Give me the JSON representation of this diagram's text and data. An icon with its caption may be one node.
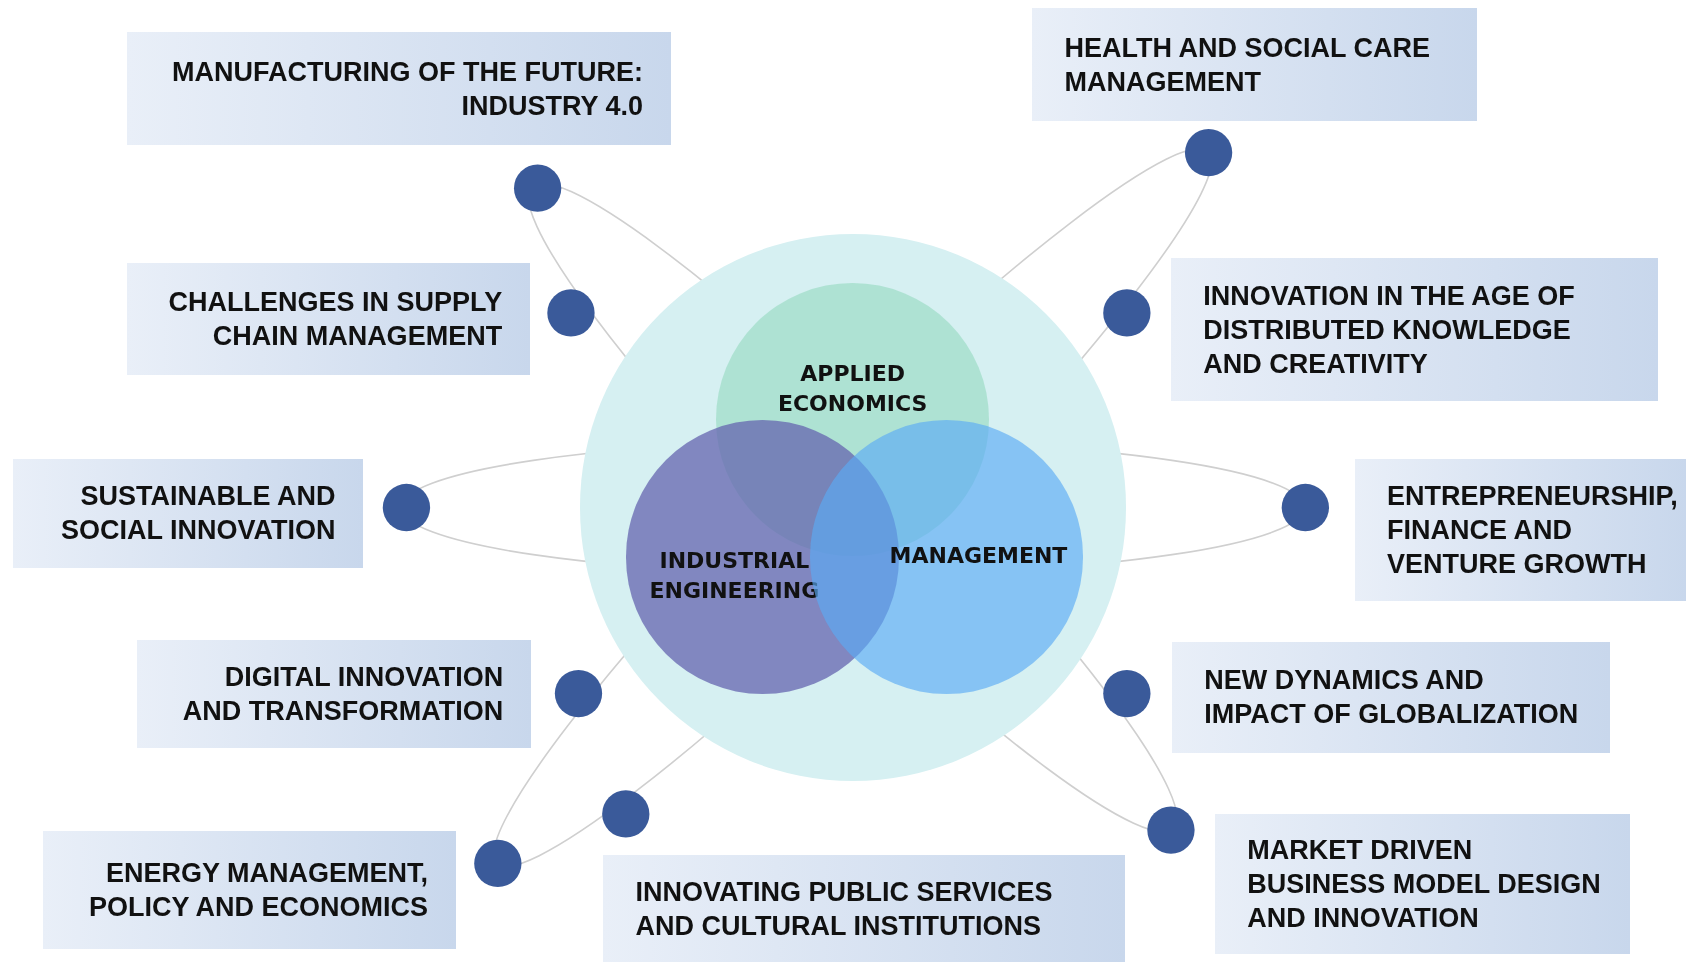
{
  "diagram": {
    "nodes": [
      {
        "text": [],
        "shape": "circle"
      },
      {
        "text": [
          "APPLIED ECONOMICS"
        ],
        "in": 0
      },
      {
        "text": [
          "INDUSTRIAL ENGINEERING"
        ],
        "in": 0
      },
      {
        "text": [
          "MANAGEMENT"
        ],
        "in": 0
      },
      {
        "text": [
          "MANUFACTURING OF THE FUTURE: INDUSTRY 4.0"
        ]
      },
      {
        "text": [
          "HEALTH AND SOCIAL CARE MANAGEMENT"
        ]
      },
      {
        "text": [
          "CHALLENGES IN SUPPLY CHAIN MANAGEMENT"
        ]
      },
      {
        "text": [
          "INNOVATION IN THE AGE OF DISTRIBUTED KNOWLEDGE AND CREATIVITY"
        ]
      },
      {
        "text": [
          "SUSTAINABLE AND SOCIAL INNOVATION"
        ]
      },
      {
        "text": [
          "ENTREPRENEURSHIP, FINANCE AND VENTURE GROWTH"
        ]
      },
      {
        "text": [
          "DIGITAL INNOVATION AND TRANSFORMATION"
        ]
      },
      {
        "text": [
          "NEW DYNAMICS AND IMPACT OF GLOBALIZATION"
        ]
      },
      {
        "text": [
          "ENERGY MANAGEMENT, POLICY AND ECONOMICS"
        ]
      },
      {
        "text": [
          "INNOVATING PUBLIC SERVICES AND CULTURAL INSTITUTIONS"
        ]
      },
      {
        "text": [
          "MARKET DRIVEN BUSINESS MODEL DESIGN AND INNOVATION"
        ]
      }
    ],
    "edges": []
  }
}
